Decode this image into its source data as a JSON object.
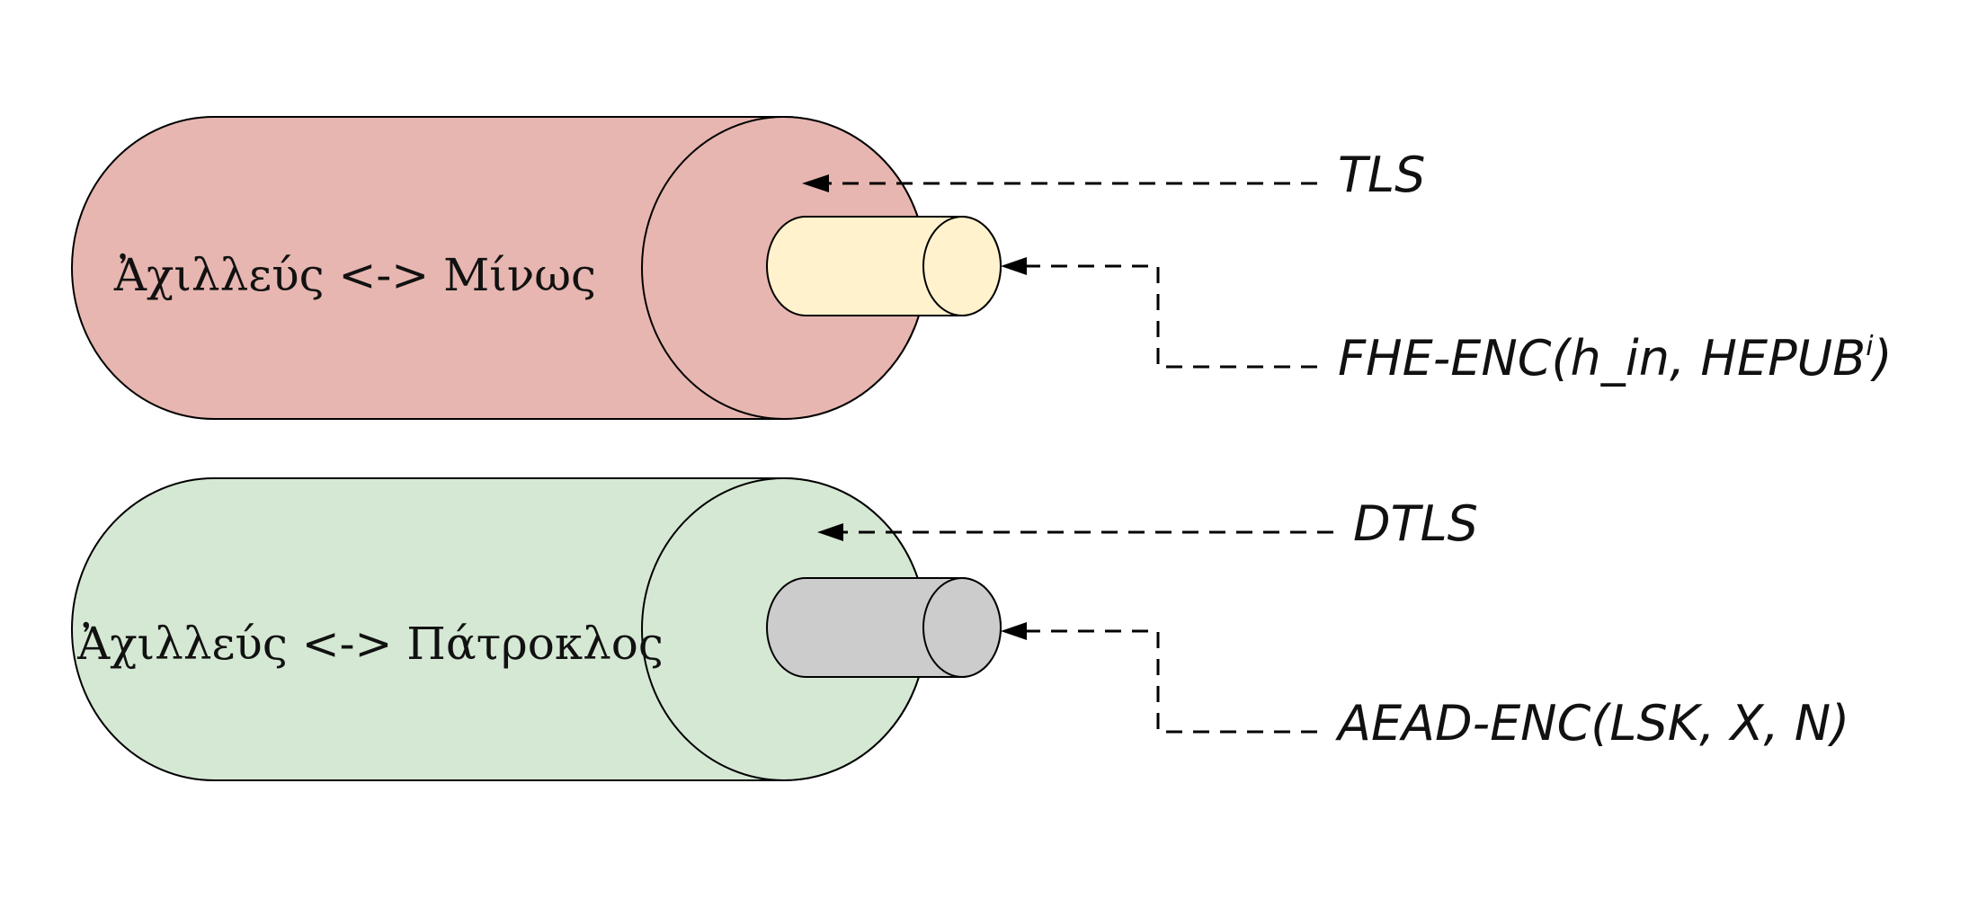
{
  "tunnels": [
    {
      "label": "Ἀχιλλεύς <-> Μίνως",
      "outer_color": "#E7B6B0",
      "inner_color": "#FFF2CC",
      "outer_protocol": "TLS",
      "inner_protocol_main": "FHE-ENC(h_in, HEPUB",
      "inner_protocol_sup": "i",
      "inner_protocol_end": ")"
    },
    {
      "label": "Ἀχιλλεύς <-> Πάτροκλος",
      "outer_color": "#D5E8D4",
      "inner_color": "#CCCCCC",
      "outer_protocol": "DTLS",
      "inner_protocol_main": "AEAD-ENC(LSK, X, N)",
      "inner_protocol_sup": "",
      "inner_protocol_end": ""
    }
  ]
}
